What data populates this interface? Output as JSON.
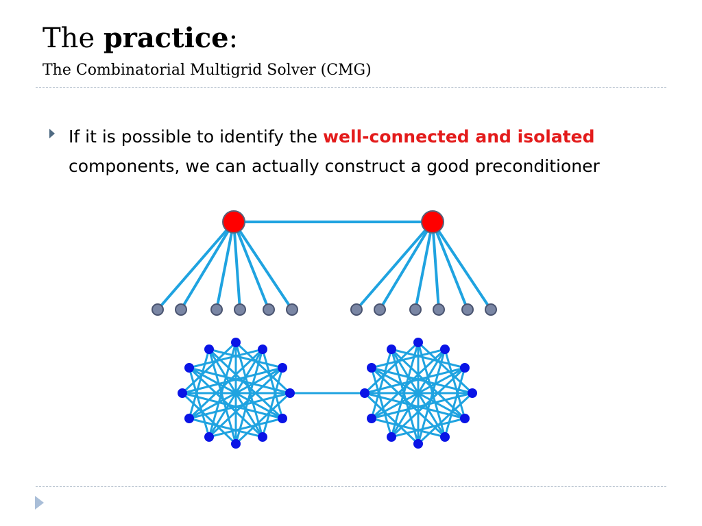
{
  "slide": {
    "title_prefix": "The ",
    "title_bold": "practice",
    "title_suffix": ":",
    "subtitle": "The Combinatorial Multigrid Solver (CMG)",
    "bullet": {
      "before": "If it is possible to identify the ",
      "highlight": "well-connected and isolated",
      "after": " components, we can actually construct a good preconditioner"
    }
  },
  "icons": {
    "bullet": "triangle-bullet-icon",
    "nav": "next-slide-icon"
  },
  "colors": {
    "highlight": "#e31b1b",
    "edge": "#1fa3e0",
    "coarse_node": "#ff0000",
    "leaf_node": "#7a86a4",
    "cluster_node": "#0a14e6",
    "rule": "#b8c3cf"
  }
}
